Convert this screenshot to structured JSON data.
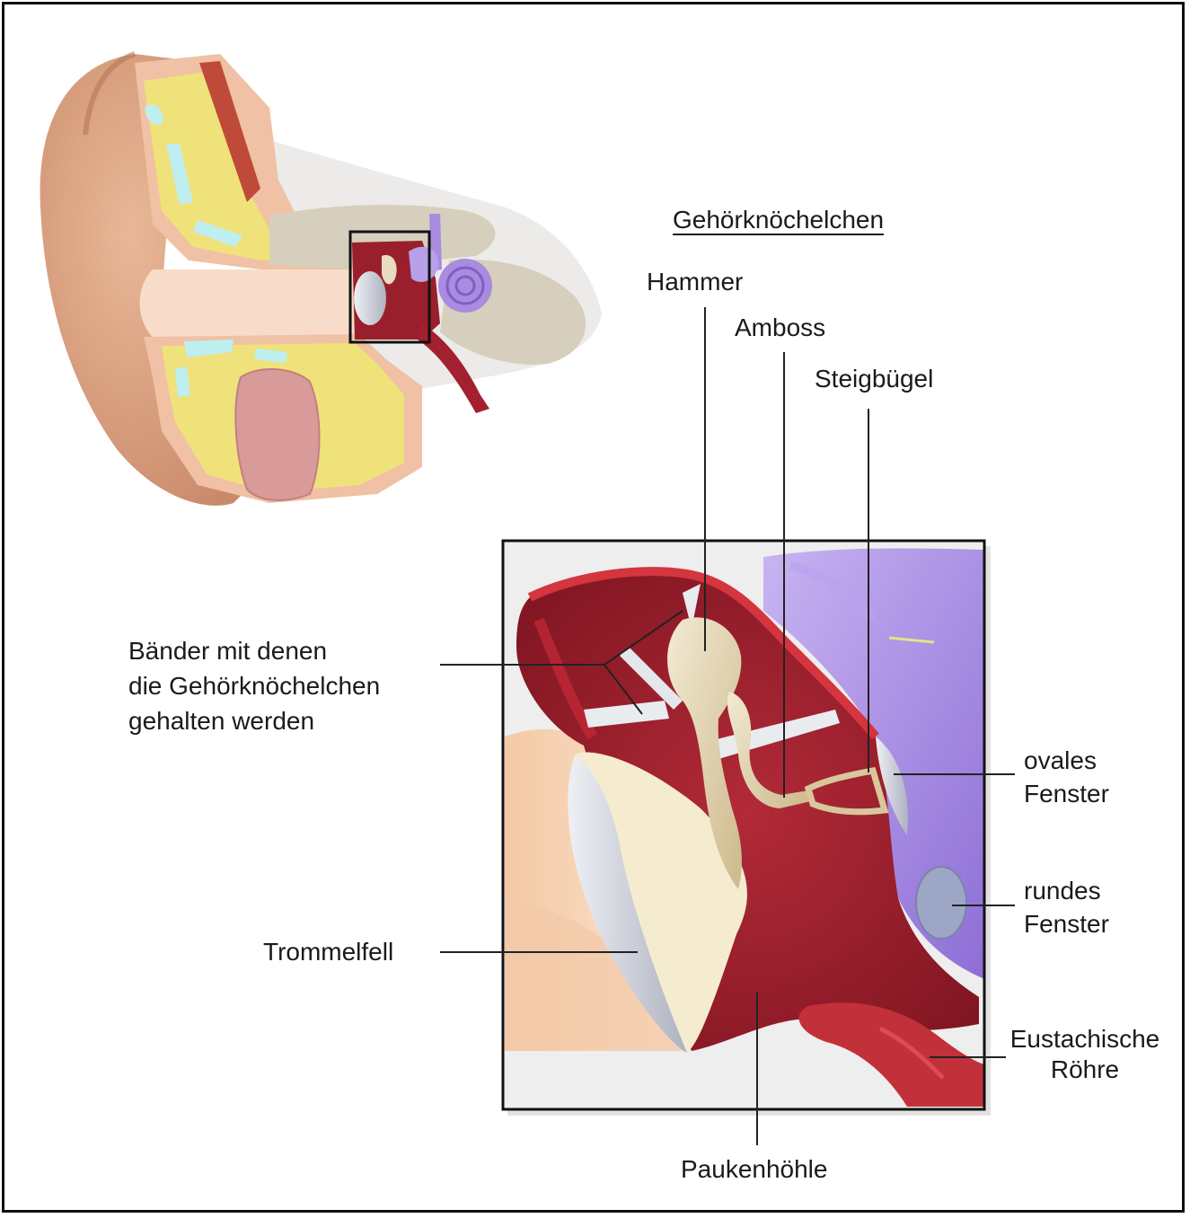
{
  "diagram": {
    "title": "Gehörknöchelchen",
    "labels": {
      "hammer": "Hammer",
      "amboss": "Amboss",
      "steigbuegel": "Steigbügel",
      "baender": "Bänder mit denen\ndie Gehörknöchelchen\ngehalten werden",
      "ovales_fenster": "ovales\nFenster",
      "rundes_fenster": "rundes\nFenster",
      "trommelfell": "Trommelfell",
      "eustachische_roehre": "Eustachische\nRöhre",
      "paukenhoehle": "Paukenhöhle"
    },
    "colors": {
      "skin": "#d9a07e",
      "fat": "#efe27a",
      "bone": "#d8d1c2",
      "cavity": "#a3202e",
      "ossicle": "#e8dcc0",
      "inner_ear": "#a98be0",
      "membrane": "#c9ccd6",
      "line": "#222222"
    }
  }
}
